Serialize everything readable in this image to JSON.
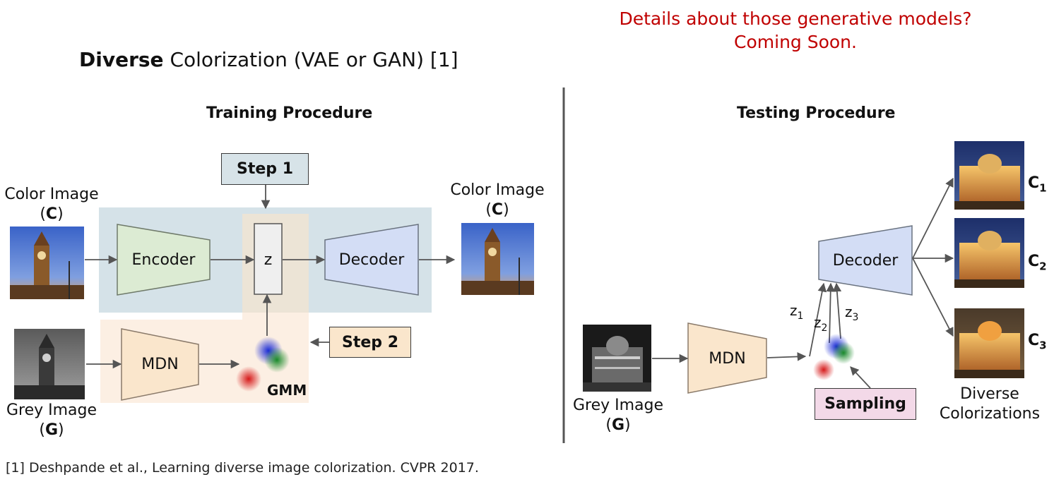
{
  "note": {
    "line1": "Details about those generative models?",
    "line2": "Coming Soon."
  },
  "title": {
    "bold": "Diverse",
    "rest": " Colorization (VAE or GAN) [1]"
  },
  "training": {
    "title": "Training Procedure",
    "step1": "Step 1",
    "step2": "Step 2",
    "input_color_label": "Color Image",
    "input_color_symbol": "C",
    "output_color_label": "Color Image",
    "output_color_symbol": "C",
    "encoder": "Encoder",
    "decoder": "Decoder",
    "latent": "z",
    "mdn": "MDN",
    "gmm": "GMM",
    "grey_label": "Grey Image",
    "grey_symbol": "G"
  },
  "testing": {
    "title": "Testing Procedure",
    "grey_label": "Grey Image",
    "grey_symbol": "G",
    "mdn": "MDN",
    "decoder": "Decoder",
    "sampling": "Sampling",
    "z1": "z",
    "z1_sub": "1",
    "z2": "z",
    "z2_sub": "2",
    "z3": "z",
    "z3_sub": "3",
    "c1": "C",
    "c1_sub": "1",
    "c2": "C",
    "c2_sub": "2",
    "c3": "C",
    "c3_sub": "3",
    "outputs_label_line1": "Diverse",
    "outputs_label_line2": "Colorizations"
  },
  "footnote": "[1] Deshpande et al., Learning diverse image colorization. CVPR 2017.",
  "colors": {
    "note_red": "#c00000",
    "blue_region": "#d5e2e8",
    "orange_region": "#fcefe3",
    "encoder_fill": "#dcebd3",
    "decoder_fill": "#d3ddf5",
    "mdn_fill": "#fae6cc",
    "step1_fill": "#d7e3e8",
    "step2_fill": "#fae6cc",
    "sampling_fill": "#f3d9e8"
  }
}
